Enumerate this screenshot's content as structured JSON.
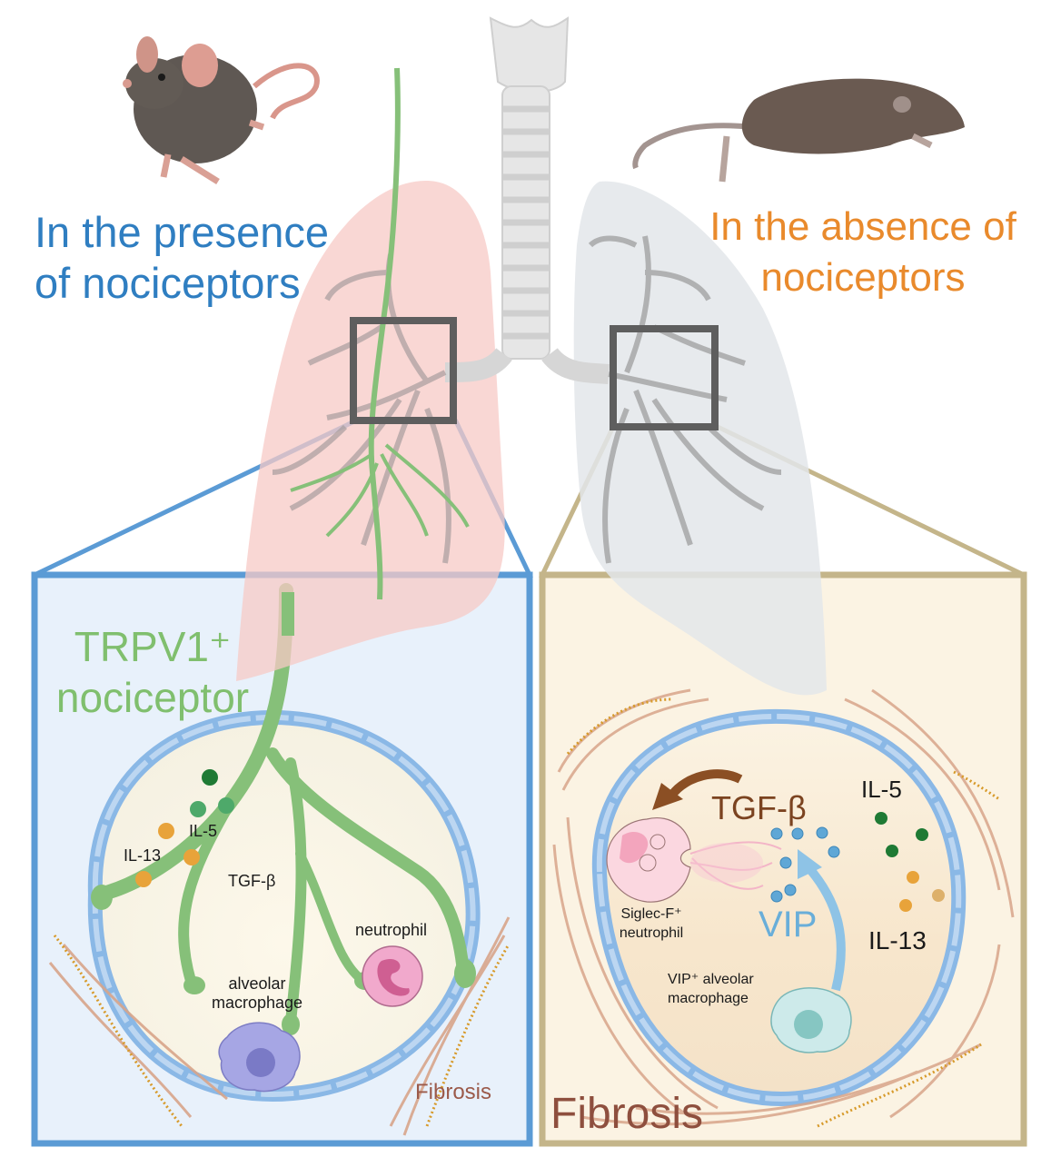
{
  "figure": {
    "left_panel": {
      "heading_line1": "In the presence",
      "heading_line2": "of nociceptors",
      "nerve_label_line1": "TRPV1⁺",
      "nerve_label_line2": "nociceptor",
      "cytokine_il5": "IL-5",
      "cytokine_il13": "IL-13",
      "tgf_label": "TGF-β",
      "neutrophil_label": "neutrophil",
      "macrophage_line1": "alveolar",
      "macrophage_line2": "macrophage",
      "fibrosis_label": "Fibrosis",
      "mouse_state": "active mouse",
      "lung_color": "#f7c9c6",
      "frame_color": "#5b9bd5"
    },
    "right_panel": {
      "heading_line1": "In the absence of",
      "heading_line2": "nociceptors",
      "tgf_label": "TGF-β",
      "vip_label": "VIP",
      "il5_label": "IL-5",
      "il13_label": "IL-13",
      "neutrophil_line1": "Siglec-F⁺",
      "neutrophil_line2": "neutrophil",
      "macrophage_line1": "VIP⁺ alveolar",
      "macrophage_line2": "macrophage",
      "fibrosis_label": "Fibrosis",
      "mouse_state": "lying mouse",
      "lung_color": "#e3e6ea",
      "frame_color": "#c4b58a"
    },
    "colors": {
      "title_blue": "#2f7ec1",
      "title_orange": "#e98a2c",
      "nerve_green": "#80bf6e",
      "fibrosis_brown": "#8e4f3e",
      "vip_blue": "#69aed9",
      "tgf_brown": "#7b4320",
      "il5_green": "#2a8a3f",
      "il13_orange": "#e8a33a"
    }
  }
}
